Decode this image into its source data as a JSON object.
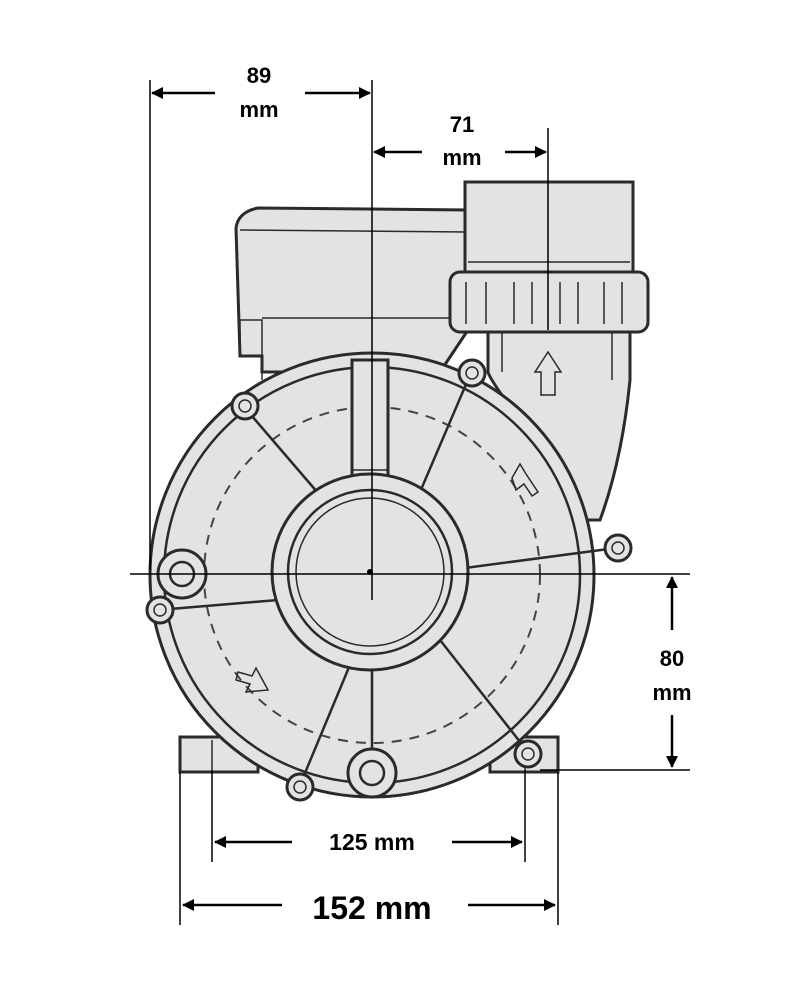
{
  "dimensions": {
    "top_left": {
      "value": "89",
      "unit": "mm"
    },
    "top_right": {
      "value": "71",
      "unit": "mm"
    },
    "right_height": {
      "value": "80",
      "unit": "mm"
    },
    "foot_inner": {
      "label": "125 mm"
    },
    "foot_outer": {
      "label": "152 mm"
    }
  },
  "colors": {
    "body": "#e3e3e3",
    "line": "#2a2a2a",
    "dimension": "#000000"
  }
}
